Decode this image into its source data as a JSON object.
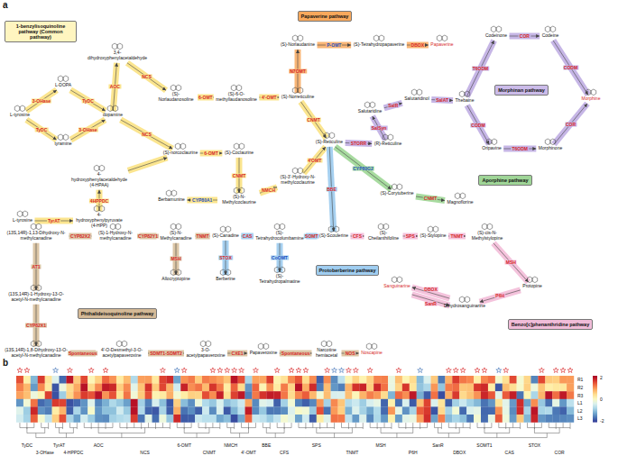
{
  "diagram": {
    "nodes": [
      {
        "text": [
          "1-benzylisoquinoline pathway (Common pathway)"
        ]
      },
      {
        "text": [
          "Papaverine pathway"
        ]
      },
      {
        "text": [
          "Morphinan pathway"
        ]
      },
      {
        "text": [
          "Aporphine pathway"
        ]
      },
      {
        "text": [
          "Protoberberine pathway"
        ]
      },
      {
        "text": [
          "Phthalideisoquinoline pathway"
        ]
      },
      {
        "text": [
          "Benzo[c]phenanthridine pathway"
        ]
      },
      {
        "text": [
          "L-tyrosine"
        ]
      },
      {
        "text": [
          "L-DOPA"
        ]
      },
      {
        "text": [
          "tyramine"
        ]
      },
      {
        "text": [
          "dopamine"
        ]
      },
      {
        "text": [
          "4-hydroxyphenylacetaldehyde (4-HPAA)"
        ]
      },
      {
        "text": [
          "4-hydroxyphenylpyruvate (4-HPP)"
        ]
      },
      {
        "text": [
          "L-tyrosine"
        ]
      },
      {
        "text": [
          "3,4-dihydroxyphenylacetaldehyde"
        ]
      },
      {
        "text": [
          "(S)-Norlaudanosoline"
        ]
      },
      {
        "text": [
          "(S)-6-O-methyllaudanosoline"
        ]
      },
      {
        "text": [
          "(S)-norcoclaurine"
        ]
      },
      {
        "text": [
          "(S)-Coclaurine"
        ]
      },
      {
        "text": [
          "(S)-N-Methylcoclaurine"
        ]
      },
      {
        "text": [
          "(S)-3'-Hydroxy-N-methylcoclaurine"
        ]
      },
      {
        "text": [
          "Berbamunine"
        ]
      },
      {
        "text": [
          "(S)-Norreticuline"
        ]
      },
      {
        "text": [
          "(S)-Norlaudanine"
        ]
      },
      {
        "text": [
          "(S)-Tetrahydropapaverine"
        ]
      },
      {
        "text": [
          "Papaverine"
        ]
      },
      {
        "text": [
          "(S)-Reticuline"
        ]
      },
      {
        "text": [
          "(R)-Reticuline"
        ]
      },
      {
        "text": [
          "Salutaridine"
        ]
      },
      {
        "text": [
          "Salutaridinol"
        ]
      },
      {
        "text": [
          "Thebaine"
        ]
      },
      {
        "text": [
          "Codeinone"
        ]
      },
      {
        "text": [
          "Codeine"
        ]
      },
      {
        "text": [
          "Morphine"
        ]
      },
      {
        "text": [
          "Oripavine"
        ]
      },
      {
        "text": [
          "Morphinone"
        ]
      },
      {
        "text": [
          "(S)-Corytuberine"
        ]
      },
      {
        "text": [
          "Magnoflorine"
        ]
      },
      {
        "text": [
          "(S)-Scoulerine"
        ]
      },
      {
        "text": [
          "(S)-Tetrahydrocolumbamine"
        ]
      },
      {
        "text": [
          "(S)-Canadine"
        ]
      },
      {
        "text": [
          "(S)-N-Methylcanadine"
        ]
      },
      {
        "text": [
          "(S)-1-Hydroxy-N-methylcanadine"
        ]
      },
      {
        "text": [
          "(13S,14R)-1,13-Dihydroxy-N-methylcanadine"
        ]
      },
      {
        "text": [
          "(13S,14R)-1-Hydroxy-13-O-acetyl-N-methylcanadine"
        ]
      },
      {
        "text": [
          "(13S,14R)-1,8-Dihydroxy-13-O-acetyl-N-methylcanadine"
        ]
      },
      {
        "text": [
          "4'-O-Desmethyl-3-O-acetylpapaveroxine"
        ]
      },
      {
        "text": [
          "3-O-acetylpapaveroxine"
        ]
      },
      {
        "text": [
          "Papaveroxine"
        ]
      },
      {
        "text": [
          "Narcotine hemiacetal"
        ]
      },
      {
        "text": [
          "Noscapine"
        ]
      },
      {
        "text": [
          "Allocryptopine"
        ]
      },
      {
        "text": [
          "Berberine"
        ]
      },
      {
        "text": [
          "(S)-Tetrahydropalmatine"
        ]
      },
      {
        "text": [
          "(S)-Cheilanthifoline"
        ]
      },
      {
        "text": [
          "(S)-Stylopine"
        ]
      },
      {
        "text": [
          "(S)-cis-N-Methylstylopine"
        ]
      },
      {
        "text": [
          "Protopine"
        ]
      },
      {
        "text": [
          "Dihydrosanguinarine"
        ]
      },
      {
        "text": [
          "Sanguinarine"
        ]
      }
    ],
    "edges": [
      {
        "from": 7,
        "to": 8,
        "arrow": "to",
        "label": "3-OHase"
      },
      {
        "from": 7,
        "to": 9,
        "arrow": "to",
        "label": "TyDC"
      },
      {
        "from": 8,
        "to": 10,
        "arrow": "to",
        "label": "TyDC"
      },
      {
        "from": 9,
        "to": 10,
        "arrow": "to",
        "label": "3-OHase"
      },
      {
        "from": 10,
        "to": 14,
        "arrow": "to",
        "label": "AOC"
      },
      {
        "from": 14,
        "to": 15,
        "arrow": "to",
        "label": "NCS"
      },
      {
        "from": 10,
        "to": 17,
        "arrow": "to",
        "label": "NCS"
      },
      {
        "from": 11,
        "to": 17,
        "arrow": "to"
      },
      {
        "from": 13,
        "to": 12,
        "arrow": "to",
        "label": "TyrAT"
      },
      {
        "from": 12,
        "to": 11,
        "arrow": "to",
        "label": "4HPPDC"
      },
      {
        "from": 15,
        "to": 16,
        "arrow": "to",
        "label": "6-OMT"
      },
      {
        "from": 16,
        "to": 22,
        "arrow": "to",
        "label": "4'-OMT"
      },
      {
        "from": 17,
        "to": 18,
        "arrow": "to",
        "label": "6-OMT"
      },
      {
        "from": 18,
        "to": 19,
        "arrow": "to",
        "label": "CNMT"
      },
      {
        "from": 19,
        "to": 20,
        "arrow": "to",
        "label": "NMCH"
      },
      {
        "from": 19,
        "to": 21,
        "arrow": "to",
        "label": "CYP80A1"
      },
      {
        "from": 20,
        "to": 26,
        "arrow": "to",
        "label": "4'OMT"
      },
      {
        "from": 22,
        "to": 26,
        "arrow": "to",
        "label": "CNMT"
      },
      {
        "from": 22,
        "to": 23,
        "arrow": "to",
        "label": "N7OMT"
      },
      {
        "from": 23,
        "to": 24,
        "arrow": "to",
        "label": "P-OMT"
      },
      {
        "from": 24,
        "to": 25,
        "arrow": "to",
        "label": "DBOX"
      },
      {
        "from": 26,
        "to": 27,
        "arrow": "to",
        "label": "STORR"
      },
      {
        "from": 27,
        "to": 28,
        "arrow": "to",
        "label": "SalSyn"
      },
      {
        "from": 28,
        "to": 29,
        "arrow": "to",
        "label": "SalR"
      },
      {
        "from": 29,
        "to": 30,
        "arrow": "to",
        "label": "SalAT"
      },
      {
        "from": 30,
        "to": 31,
        "arrow": "to",
        "label": "T6ODM"
      },
      {
        "from": 31,
        "to": 32,
        "arrow": "to",
        "label": "COR"
      },
      {
        "from": 32,
        "to": 33,
        "arrow": "to",
        "label": "CODM"
      },
      {
        "from": 30,
        "to": 34,
        "arrow": "to",
        "label": "CODM"
      },
      {
        "from": 34,
        "to": 35,
        "arrow": "to",
        "label": "T6ODM"
      },
      {
        "from": 35,
        "to": 33,
        "arrow": "to",
        "label": "COR"
      },
      {
        "from": 26,
        "to": 36,
        "arrow": "to",
        "label": "CYP80G2"
      },
      {
        "from": 36,
        "to": 37,
        "arrow": "to",
        "label": "CNMT"
      },
      {
        "from": 26,
        "to": 38,
        "arrow": "to",
        "label": "BBE"
      },
      {
        "from": 38,
        "to": 39,
        "arrow": "to",
        "label": "SOMT"
      },
      {
        "from": 39,
        "to": 40,
        "arrow": "to",
        "label": "CAS"
      },
      {
        "from": 40,
        "to": 52,
        "arrow": "to",
        "label": "STOX"
      },
      {
        "from": 39,
        "to": 53,
        "arrow": "to",
        "label": "CoOMT"
      },
      {
        "from": 40,
        "to": 41,
        "arrow": "to",
        "label": "TNMT"
      },
      {
        "from": 41,
        "to": 42,
        "arrow": "to",
        "label": "CYP82Y1"
      },
      {
        "from": 42,
        "to": 43,
        "arrow": "to",
        "label": "CYP82X2"
      },
      {
        "from": 43,
        "to": 44,
        "arrow": "to",
        "label": "AT1"
      },
      {
        "from": 44,
        "to": 45,
        "arrow": "to",
        "label": "CYP82X1"
      },
      {
        "from": 45,
        "to": 46,
        "arrow": "to",
        "label": "Spontaneous"
      },
      {
        "from": 46,
        "to": 47,
        "arrow": "to",
        "label": "SDMT1-SDMT2"
      },
      {
        "from": 47,
        "to": 48,
        "arrow": "to",
        "label": "CXE1"
      },
      {
        "from": 48,
        "to": 49,
        "arrow": "to",
        "label": "Spontaneous"
      },
      {
        "from": 49,
        "to": 50,
        "arrow": "to",
        "label": "NOS"
      },
      {
        "from": 41,
        "to": 51,
        "arrow": "to",
        "label": "MSH"
      },
      {
        "from": 38,
        "to": 54,
        "arrow": "to",
        "label": "CFS"
      },
      {
        "from": 54,
        "to": 55,
        "arrow": "to",
        "label": "SPS"
      },
      {
        "from": 55,
        "to": 56,
        "arrow": "to",
        "label": "TNMT"
      },
      {
        "from": 56,
        "to": 57,
        "arrow": "to",
        "label": "MSH"
      },
      {
        "from": 57,
        "to": 58,
        "arrow": "to",
        "label": "P6H"
      },
      {
        "from": 58,
        "to": 59,
        "arrow": "to",
        "label": "DBOX"
      },
      {
        "from": 59,
        "to": 58,
        "arrow": "to",
        "label": "SanR"
      }
    ],
    "labels": [
      "a",
      "b",
      "TyDC",
      "3-OHase",
      "TyrAT",
      "4-HPPDC",
      "AOC",
      "NCS",
      "6-OMT",
      "CNMT",
      "NMCH",
      "4'-OMT",
      "BBE",
      "CFS",
      "SPS",
      "TNMT",
      "MSH",
      "P6H",
      "SanR",
      "DBOX",
      "SOMT1",
      "CAS",
      "STOX",
      "COR",
      "R1",
      "R2",
      "R3",
      "L1",
      "L2",
      "L3",
      "2",
      "0",
      "-2"
    ]
  }
}
